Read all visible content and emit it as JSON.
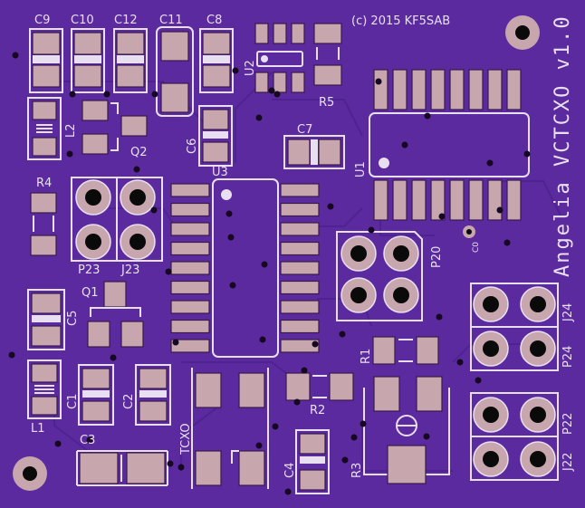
{
  "labels": {
    "c9": "C9",
    "c10": "C10",
    "c12": "C12",
    "c11": "C11",
    "c8": "C8",
    "copyright": "(c) 2015 KF5SAB",
    "title": "Angelia VCTCXO v1.0",
    "u2": "U2",
    "r5": "R5",
    "l2": "L2",
    "q2": "Q2",
    "c6": "C6",
    "u3": "U3",
    "c7": "C7",
    "u1": "U1",
    "r4": "R4",
    "c0": "C0",
    "p23": "P23",
    "j23": "J23",
    "p20": "P20",
    "q1": "Q1",
    "c5": "C5",
    "j24": "J24",
    "p24": "P24",
    "r1": "R1",
    "c1": "C1",
    "c2": "C2",
    "r2": "R2",
    "p22": "P22",
    "l1": "L1",
    "tcxo": "TCXO",
    "c3": "C3",
    "c4": "C4",
    "r3": "R3",
    "j22": "J22"
  },
  "colors": {
    "board": "#5b2a9e",
    "pad": "#c7a6ad",
    "silkscreen": "#e8e0f0"
  }
}
